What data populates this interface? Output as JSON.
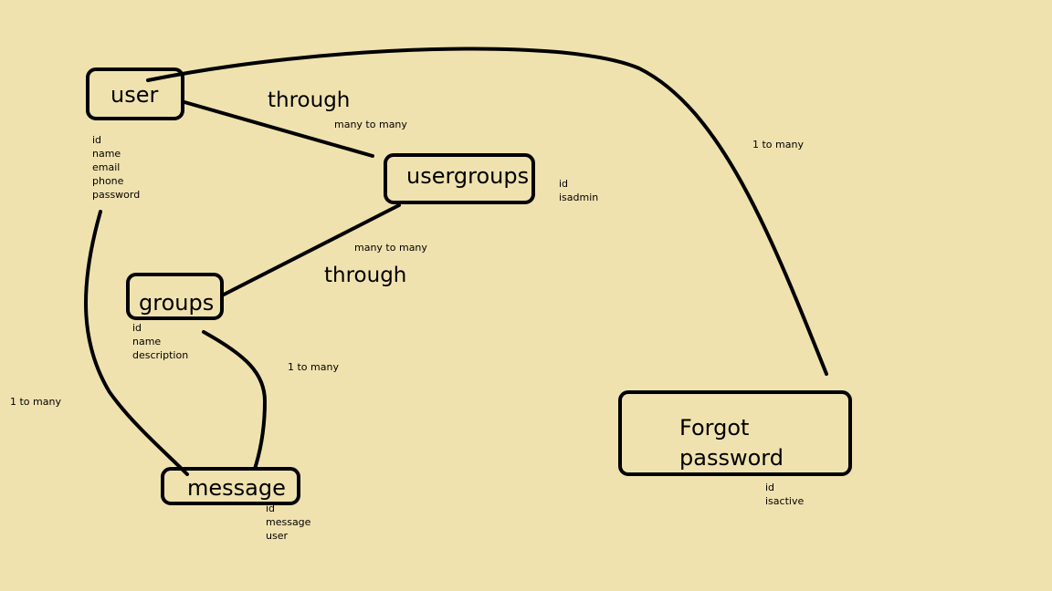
{
  "entities": {
    "user": {
      "title": "user",
      "fields": [
        "id",
        "name",
        "email",
        "phone",
        "password"
      ]
    },
    "usergroups": {
      "title": "usergroups",
      "fields": [
        "id",
        "isadmin"
      ]
    },
    "groups": {
      "title": "groups",
      "fields": [
        "id",
        "name",
        "description"
      ]
    },
    "message": {
      "title": "message",
      "fields": [
        "id",
        "message",
        "user"
      ]
    },
    "forgot_password": {
      "title_line1": "Forgot",
      "title_line2": "password",
      "fields": [
        "id",
        "isactive"
      ]
    }
  },
  "relations": {
    "user_usergroups": {
      "label": "through",
      "cardinality": "many to many"
    },
    "usergroups_groups": {
      "label": "through",
      "cardinality": "many to many"
    },
    "user_forgot": {
      "cardinality": "1 to many"
    },
    "groups_message": {
      "cardinality": "1 to many"
    },
    "user_message": {
      "cardinality": "1 to many"
    }
  }
}
